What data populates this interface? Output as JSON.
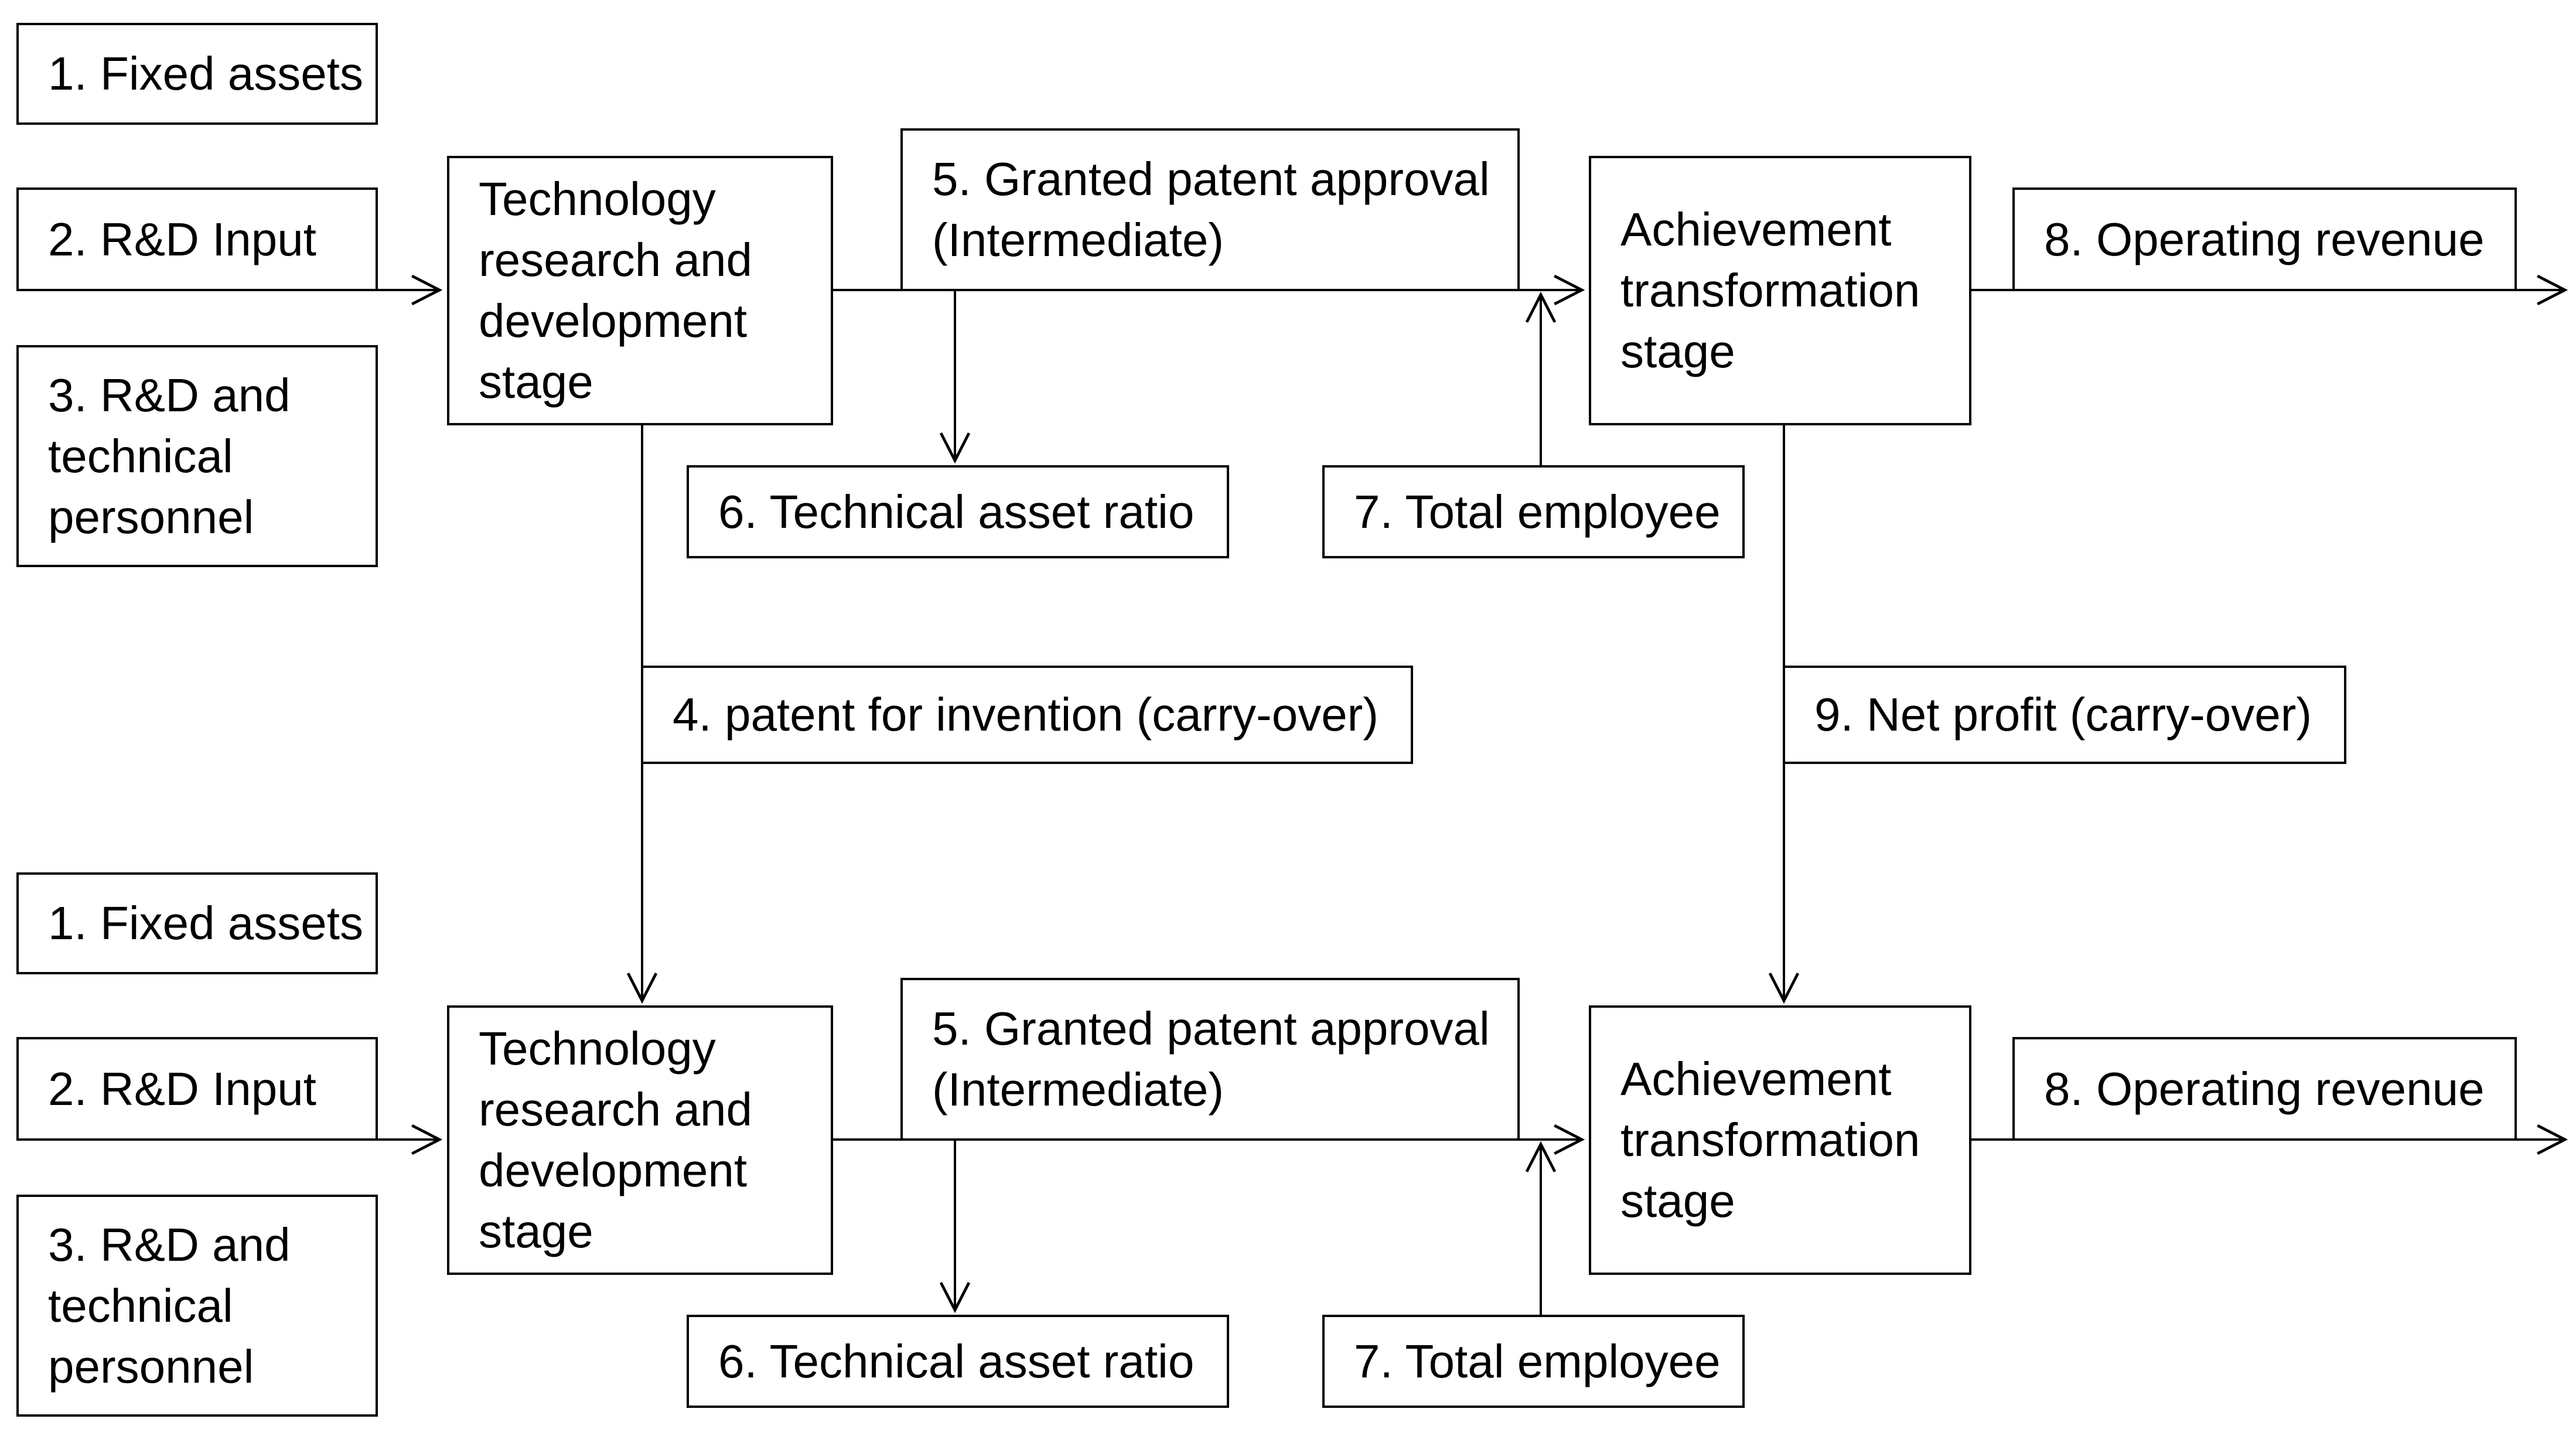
{
  "page": {
    "background_color": "#ffffff",
    "line_color": "#000000",
    "text_color": "#000000"
  },
  "labels": {
    "fixed_assets": "1. Fixed assets",
    "rd_input": "2. R&D Input",
    "rd_and_technical_personnel": "3. R&D and technical personnel",
    "technology_stage": "Technology research and development stage",
    "patent_carry_over": "4. patent for invention (carry-over)",
    "granted_patent_approval": "5. Granted patent approval (Intermediate)",
    "technical_asset_ratio": "6. Technical asset ratio",
    "total_employee": "7. Total employee",
    "operating_revenue": "8. Operating revenue",
    "achievement_stage": "Achievement transformation stage",
    "net_profit_carry_over": "9. Net profit (carry-over)"
  }
}
